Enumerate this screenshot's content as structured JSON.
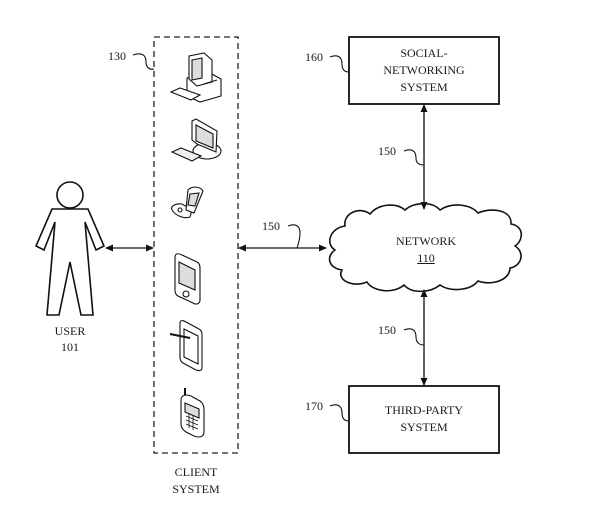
{
  "diagram": {
    "type": "network system architecture (patent figure)",
    "nodes": {
      "user": {
        "label": "USER",
        "ref": "101",
        "icon": "person-icon"
      },
      "client_system": {
        "label_line1": "CLIENT",
        "label_line2": "SYSTEM",
        "ref": "130",
        "devices": [
          {
            "icon": "desktop-computer-icon"
          },
          {
            "icon": "flat-monitor-computer-icon"
          },
          {
            "icon": "flip-phone-icon"
          },
          {
            "icon": "pda-icon"
          },
          {
            "icon": "tablet-stylus-icon"
          },
          {
            "icon": "cell-phone-icon"
          }
        ]
      },
      "network": {
        "label": "NETWORK",
        "ref": "110",
        "icon": "cloud-icon"
      },
      "social_networking_system": {
        "label_lines": [
          "SOCIAL-",
          "NETWORKING",
          "SYSTEM"
        ],
        "ref": "160"
      },
      "third_party_system": {
        "label_lines": [
          "THIRD-PARTY",
          "SYSTEM"
        ],
        "ref": "170"
      }
    },
    "links": [
      {
        "from": "user",
        "to": "client_system",
        "bidirectional": true,
        "ref": ""
      },
      {
        "from": "client_system",
        "to": "network",
        "bidirectional": true,
        "ref": "150"
      },
      {
        "from": "social_networking_system",
        "to": "network",
        "bidirectional": true,
        "ref": "150"
      },
      {
        "from": "network",
        "to": "third_party_system",
        "bidirectional": true,
        "ref": "150"
      }
    ]
  }
}
